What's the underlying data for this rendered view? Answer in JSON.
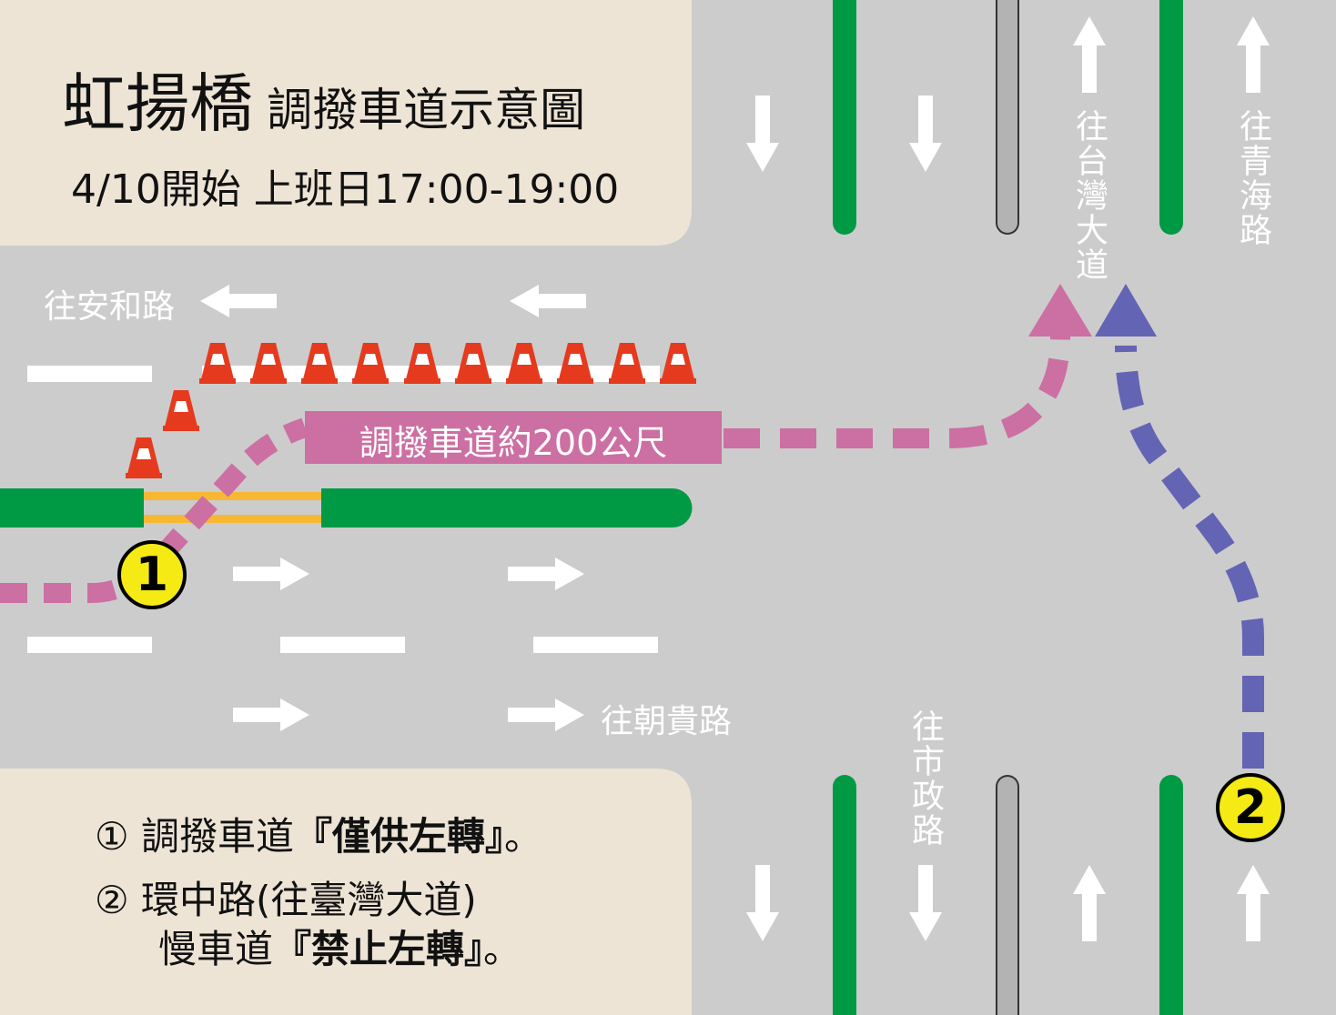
{
  "header": {
    "title_main": "虹揚橋",
    "title_sub": "調撥車道示意圖",
    "schedule": "4/10開始 上班日17:00-19:00"
  },
  "roads": {
    "west": "往安和路",
    "east": "往朝貴路",
    "north_a": "往台灣大道",
    "north_b": "往青海路",
    "south": "往市政路"
  },
  "reversible_lane_label": "調撥車道約200公尺",
  "markers": {
    "one": "1",
    "two": "2"
  },
  "notes": {
    "n1_num": "①",
    "n1_text": "調撥車道",
    "n1_bold": "『僅供左轉』",
    "n1_end": "。",
    "n2_num": "②",
    "n2_line1": "環中路(往臺灣大道)",
    "n2_text": "慢車道",
    "n2_bold": "『禁止左轉』",
    "n2_end": "。"
  },
  "colors": {
    "road": "#cccccc",
    "panel": "#ede4d6",
    "median": "#009a44",
    "reversible": "#cc6fa3",
    "slow_lane": "#6464b4",
    "marker": "#f5ea14",
    "cone": "#e53a1e"
  }
}
